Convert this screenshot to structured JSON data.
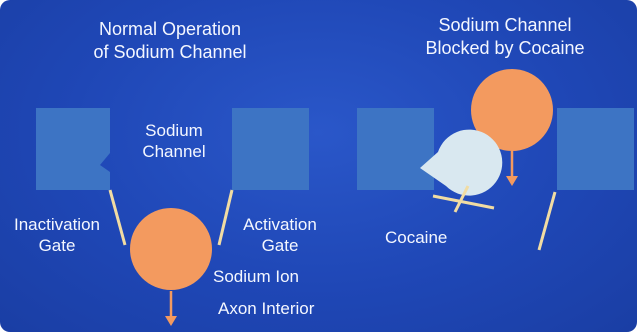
{
  "left_panel": {
    "title_lines": [
      "Normal Operation",
      "of Sodium Channel"
    ],
    "channel_label_lines": [
      "Sodium",
      "Channel"
    ],
    "inactivation_gate_lines": [
      "Inactivation",
      "Gate"
    ],
    "activation_gate_lines": [
      "Activation",
      "Gate"
    ],
    "sodium_ion_label": "Sodium Ion",
    "axon_interior_label": "Axon Interior"
  },
  "right_panel": {
    "title_lines": [
      "Sodium Channel",
      "Blocked by Cocaine"
    ],
    "cocaine_label": "Cocaine"
  },
  "colors": {
    "background": "#2149b7",
    "channel_block": "#3d74c4",
    "sodium_ion": "#f39a5f",
    "cocaine": "#d9e8f0",
    "gate_line": "#f1dca3"
  }
}
